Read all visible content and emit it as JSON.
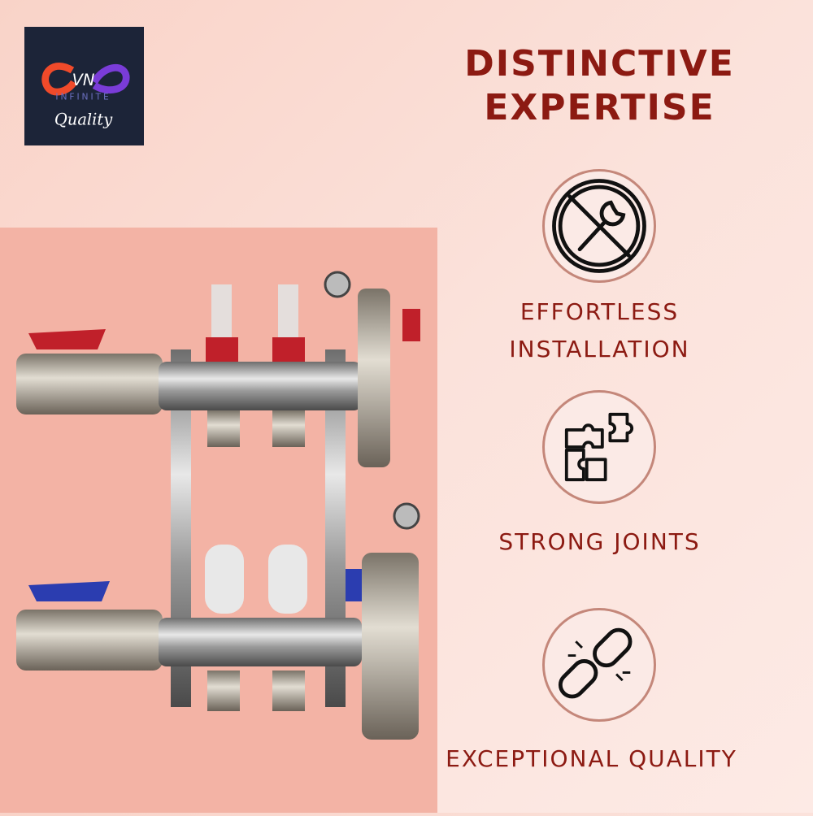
{
  "logo": {
    "brand": "INFINITE",
    "tagline": "Quality",
    "mark": "VN"
  },
  "title": {
    "line1": "DISTINCTIVE",
    "line2": "EXPERTISE"
  },
  "features": [
    {
      "icon": "no-wrench-icon",
      "line1": "EFFORTLESS",
      "line2": "INSTALLATION"
    },
    {
      "icon": "puzzle-icon",
      "line1": "STRONG JOINTS"
    },
    {
      "icon": "chain-link-icon",
      "line1": "EXCEPTIONAL QUALITY"
    }
  ],
  "colors": {
    "accent": "#8c1a12",
    "badge_border": "#c4877a",
    "logo_bg": "#1c2438"
  }
}
